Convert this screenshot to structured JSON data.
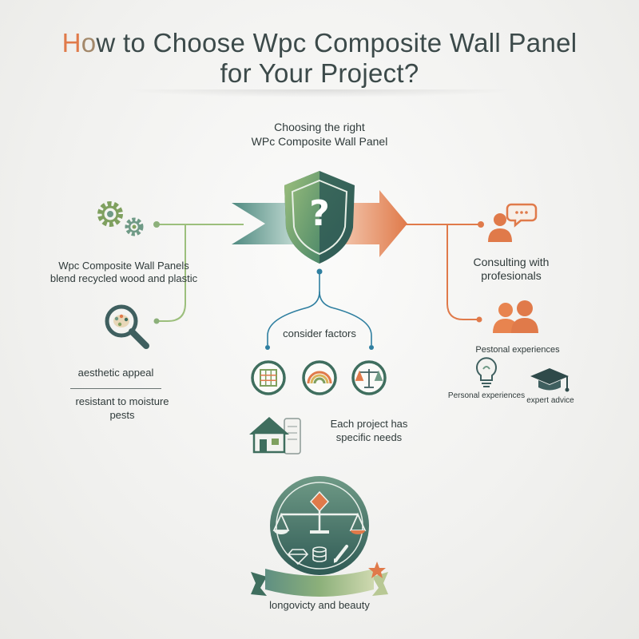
{
  "title": {
    "accent_first": "H",
    "accent_second": "o",
    "line1_rest": "w to Choose Wpc Composite Wall Panel",
    "line2": "for Your Project?"
  },
  "top_caption": [
    "Choosing the right",
    "WPc Composite Wall Panel"
  ],
  "center": {
    "question_mark": "?"
  },
  "left": {
    "panel_text": [
      "Wpc Composite Wall Panels",
      "blend recycled wood and plastic"
    ],
    "aesthetic": "aesthetic appeal",
    "resistant": [
      "resistant to moisture",
      "pests"
    ]
  },
  "middle": {
    "factors": "consider factors",
    "needs": [
      "Each project has",
      "specific needs"
    ]
  },
  "right": {
    "consulting": [
      "Consulting with",
      "profesionals"
    ],
    "pestonal": "Pestonal experiences",
    "personal": "Personal experiences",
    "expert": "expert advice"
  },
  "bottom": {
    "banner": "longovicty and beauty"
  },
  "colors": {
    "green": "#8cb07a",
    "dark_green": "#3f6e5e",
    "orange": "#e07a4a",
    "teal": "#4f7f77",
    "text": "#2f3a3a"
  },
  "icons": [
    "gears-icon",
    "magnifier-palette-icon",
    "shield-question-icon",
    "chat-person-icon",
    "people-icon",
    "lightbulb-icon",
    "graduation-cap-icon",
    "grid-pattern-icon",
    "rainbow-icon",
    "scales-icon",
    "house-blueprint-icon",
    "scales-emblem-icon",
    "diamond-icon",
    "coins-icon",
    "pencil-icon",
    "star-icon"
  ]
}
